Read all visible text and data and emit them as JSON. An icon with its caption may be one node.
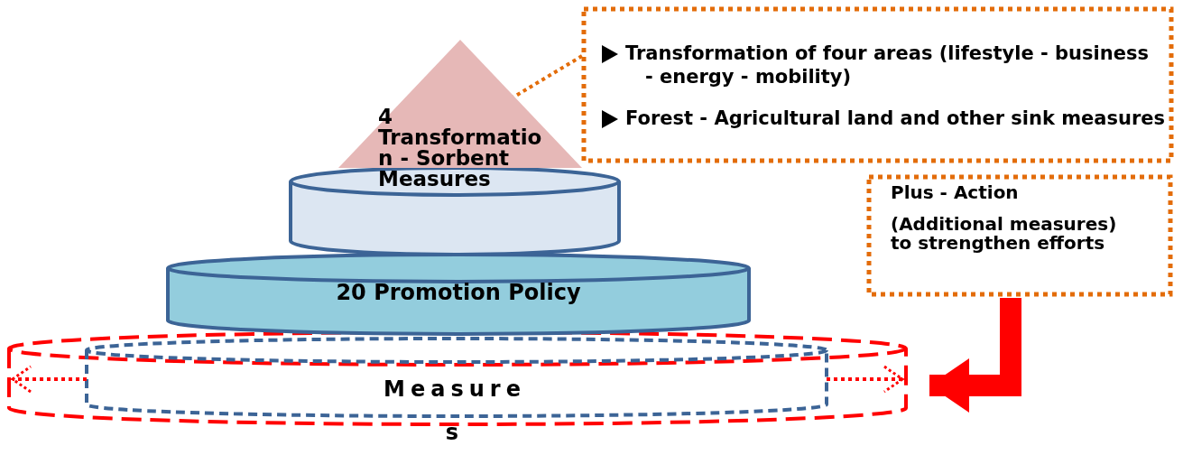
{
  "diagram": {
    "nodes": [
      {
        "text": [
          "4 Transformatio n - Sorbent Measures"
        ]
      },
      {
        "text": [],
        "shape": "cylinder"
      },
      {
        "text": [
          "20 Promotion Policy"
        ]
      },
      {
        "text": [
          "Measure s"
        ]
      },
      {
        "text": [],
        "shape": "cylinder"
      },
      {
        "text": [
          "Transformation of four areas (lifestyle - business - energy - mobility)",
          "Forest - Agricultural land and other sink measures"
        ]
      },
      {
        "text": [
          "Plus - Action",
          "(Additional measures) to strengthen efforts"
        ]
      }
    ],
    "edges": [
      {
        "from": 5,
        "to": 0,
        "arrow": "none",
        "style": "dashed",
        "color": "#e36c09"
      },
      {
        "from": 6,
        "to": 4,
        "arrow": "to",
        "style": "thick"
      },
      {
        "from": 3,
        "to": 4,
        "arrow": "to",
        "style": "dashed"
      },
      {
        "from": 3,
        "to": 4,
        "arrow": "to",
        "style": "dashed"
      }
    ]
  }
}
